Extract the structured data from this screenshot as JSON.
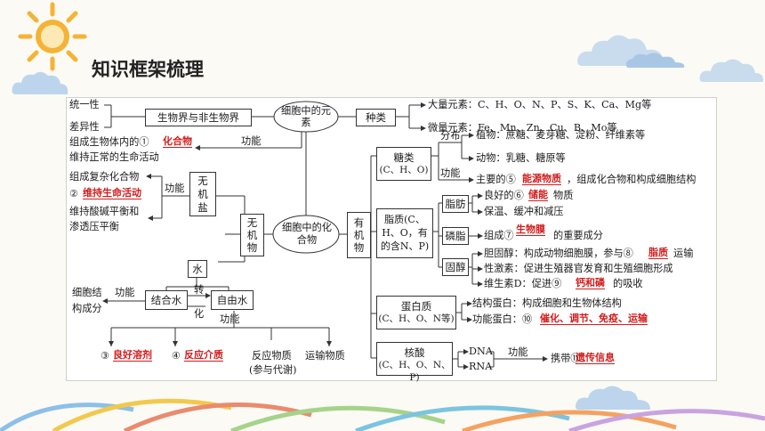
{
  "header": {
    "title": "知识框架梳理"
  },
  "colors": {
    "answer": "#d21c1c",
    "sun": "#f5b335",
    "cloud": "#a9c7e4"
  },
  "icons": [
    "sun-icon",
    "cloud-icon"
  ],
  "diagram": {
    "left": {
      "unity": "统一性",
      "difference": "差异性",
      "bio_nonbio": "生物界与非生物界",
      "role1": "组成生物体内的①",
      "role1_ans": "化合物",
      "role1b": "维持正常的生命活动",
      "role_fn": "功能",
      "complex": "组成复杂化合物",
      "life_num": "②",
      "life_ans": "维持生命活动",
      "acid_base": "维持酸碱平衡和",
      "osmotic": "渗透压平衡",
      "salt_fn": "功能",
      "inorganic_salt": "无机盐",
      "inorganic": "无机物",
      "water": "水",
      "bound_water": "结合水",
      "free_water": "自由水",
      "bound_role1": "细胞结",
      "bound_role2": "构成分",
      "bound_fn": "功能",
      "convert1": "转",
      "convert2": "化",
      "free_fn": "功能",
      "b3_num": "③",
      "b3_ans": "良好溶剂",
      "b4_num": "④",
      "b4_ans": "反应介质",
      "b5": "反应物质",
      "b5b": "(参与代谢)",
      "b6": "运输物质"
    },
    "center": {
      "elements": "细胞中的元素",
      "compounds": "细胞中的化合物",
      "kinds": "种类",
      "organic": "有机物"
    },
    "right": {
      "major": "大量元素：C、H、O、N、P、S、K、Ca、Mg等",
      "minor": "微量元素：Fe、Mn、Zn、Cu、B、Mo等",
      "sugar": "糖类",
      "sugar_el": "(C、H、O)",
      "distribution": "分布",
      "plants": "植物：蔗糖、麦芽糖、淀粉、纤维素等",
      "animals": "动物：乳糖、糖原等",
      "sugar_fn": "功能",
      "sugar_main": "主要的⑤",
      "sugar_ans": "能源物质",
      "sugar_rest": "，组成化合物和构成细胞结构",
      "lipid1": "脂质(C、",
      "lipid2": "H、O，有",
      "lipid3": "的含N、P)",
      "fat": "脂肪",
      "fat_good": "良好的⑥",
      "fat_ans": "储能",
      "fat_rest": "物质",
      "fat_protect": "保温、缓冲和减压",
      "phospholipid": "磷脂",
      "phos_text": "组成⑦",
      "phos_ans": "生物膜",
      "phos_rest": "的重要成分",
      "sterol": "固醇",
      "chol": "胆固醇：构成动物细胞膜，参与⑧",
      "chol_ans": "脂质",
      "chol_rest": "运输",
      "sex": "性激素：促进生殖器官发育和生殖细胞形成",
      "vitd": "维生素D：促进⑨",
      "vitd_ans": "钙和磷",
      "vitd_rest": "的吸收",
      "protein": "蛋白质",
      "protein_el": "(C、H、O、N等)",
      "struct_protein": "结构蛋白：构成细胞和生物体结构",
      "func_protein": "功能蛋白：⑩",
      "func_ans": "催化、调节、免疫、运输",
      "nucleic": "核酸",
      "nucleic_el": "(C、H、O、N、P)",
      "dna": "DNA",
      "rna": "RNA",
      "na_fn": "功能",
      "carry": "携带⑪",
      "carry_ans": "遗传信息"
    }
  }
}
